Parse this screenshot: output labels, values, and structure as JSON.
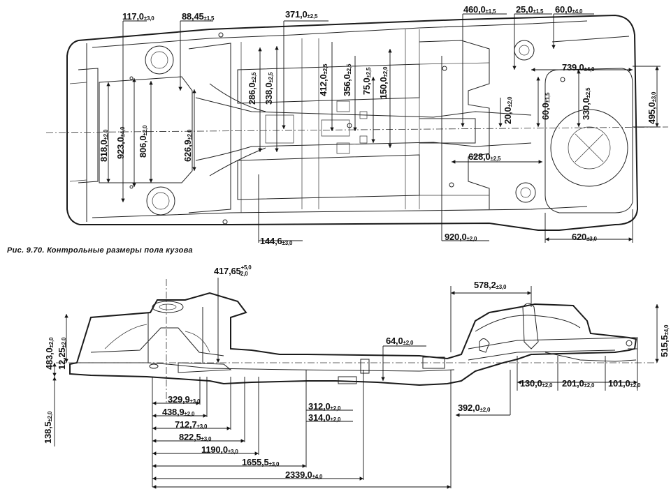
{
  "caption": "Рис. 9.70. Контрольные размеры пола кузова",
  "top_view": {
    "dims": {
      "d117": "117,0",
      "d117_tol": "±3,0",
      "d88": "88,45",
      "d88_tol": "±1,5",
      "d371": "371,0",
      "d371_tol": "±2,5",
      "d460": "460,0",
      "d460_tol": "±1,5",
      "d25": "25,0",
      "d25_tol": "±1,5",
      "d60h": "60,0",
      "d60h_tol": "±4,0",
      "d739": "739,0",
      "d739_tol": "±4,0",
      "d818": "818,0",
      "d818_tol": "±2,0",
      "d923": "923,0",
      "d923_tol": "±4,0",
      "d806": "806,0",
      "d806_tol": "±2,0",
      "d626": "626,9",
      "d626_tol": "±2,0",
      "d286": "286,0",
      "d286_tol": "±2,5",
      "d338": "338,0",
      "d338_tol": "±2,5",
      "d412": "412,0",
      "d412_tol": "±2,5",
      "d356": "356,0",
      "d356_tol": "±2,5",
      "d75": "75,0",
      "d75_tol": "±2,5",
      "d150": "150,0",
      "d150_tol": "±2,0",
      "d20": "20,0",
      "d20_tol": "±2,0",
      "d60v": "60,0",
      "d60v_tol": "±1,5",
      "d330": "330,0",
      "d330_tol": "±2,5",
      "d495": "495,0",
      "d495_tol": "±3,0",
      "d628": "628,0",
      "d628_tol": "±2,5",
      "d144": "144,6",
      "d144_tol": "±3,0",
      "d920": "920,0",
      "d920_tol": "±2,0",
      "d620": "620",
      "d620_tol": "±3,0"
    }
  },
  "side_view": {
    "dims": {
      "d417": "417,65",
      "d417_tol_up": "+5,0",
      "d417_tol_dn": "-2,0",
      "d578": "578,2",
      "d578_tol": "±3,0",
      "d483": "483,0",
      "d483_tol": "±2,0",
      "d12": "12,25",
      "d12_tol": "±2,0",
      "d515": "515,5",
      "d515_tol": "±4,0",
      "d64": "64,0",
      "d64_tol": "±2,0",
      "d138": "138,5",
      "d138_tol": "±2,0",
      "d130": "130,0",
      "d130_tol": "±2,0",
      "d201": "201,0",
      "d201_tol": "±2,0",
      "d101": "101,0",
      "d101_tol": "±2,0",
      "d329": "329,9",
      "d329_tol": "±3,0",
      "d438": "438,9",
      "d438_tol": "±2,0",
      "d712": "712,7",
      "d712_tol": "±3,0",
      "d822": "822,5",
      "d822_tol": "±3,0",
      "d1190": "1190,0",
      "d1190_tol": "±3,0",
      "d1655": "1655,5",
      "d1655_tol": "±3,0",
      "d2339": "2339,0",
      "d2339_tol": "±4,0",
      "d312": "312,0",
      "d312_tol": "±2,0",
      "d314": "314,0",
      "d314_tol": "±2,0",
      "d392": "392,0",
      "d392_tol": "±2,0"
    }
  }
}
